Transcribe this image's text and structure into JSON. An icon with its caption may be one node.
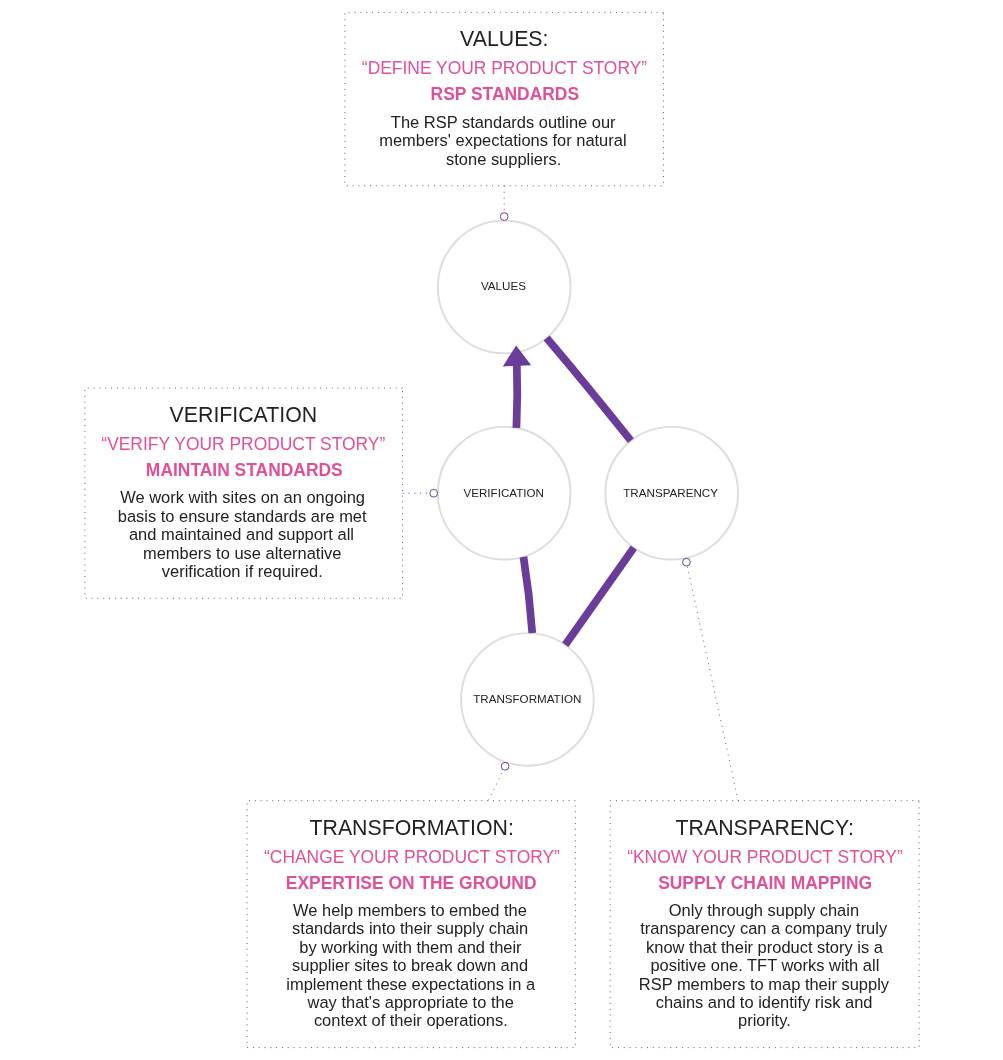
{
  "diagram": {
    "nodes": [
      {
        "text": [
          "VALUES:",
          "“DEFINE YOUR PRODUCT STORY”",
          "RSP STANDARDS",
          "The RSP standards outline our members' expectations for natural stone suppliers."
        ]
      },
      {
        "text": [
          "VALUES"
        ]
      },
      {
        "text": [
          "VERIFICATION",
          "“VERIFY YOUR PRODUCT STORY”",
          "MAINTAIN STANDARDS",
          "We work with sites on an ongoing basis to ensure standards are met and maintained and support all members to use alternative verification if required."
        ]
      },
      {
        "text": [
          "VERIFICATION"
        ]
      },
      {
        "text": [
          "TRANSPARENCY"
        ]
      },
      {
        "text": [
          "TRANSFORMATION"
        ]
      },
      {
        "text": [
          "TRANSFORMATION:",
          "“CHANGE YOUR PRODUCT STORY”",
          "EXPERTISE ON THE GROUND",
          "We help members to embed the standards into their supply chain by working with them and their supplier sites to break down and implement these expectations in a way that's appropriate to the context of their operations."
        ]
      },
      {
        "text": [
          "TRANSPARENCY:",
          "“KNOW YOUR PRODUCT STORY”",
          "SUPPLY CHAIN MAPPING",
          "Only through supply chain transparency can a company truly know that their product story is a positive one. TFT works with all RSP members to map their supply chains and to identify risk and priority."
        ]
      }
    ],
    "edges": [
      {
        "from": 0,
        "to": 1,
        "arrow": "other",
        "style": "dashed"
      },
      {
        "from": 2,
        "to": 3,
        "arrow": "other",
        "style": "dashed"
      },
      {
        "from": 6,
        "to": 5,
        "arrow": "other",
        "style": "dashed"
      },
      {
        "from": 7,
        "to": 4,
        "arrow": "other",
        "style": "dashed"
      },
      {
        "from": 1,
        "to": 4,
        "arrow": "none",
        "style": "thick",
        "color": "#6a3d9a"
      },
      {
        "from": 4,
        "to": 5,
        "arrow": "none",
        "style": "thick",
        "color": "#6a3d9a"
      },
      {
        "from": 5,
        "to": 3,
        "arrow": "none",
        "style": "thick",
        "color": "#6a3d9a"
      },
      {
        "from": 3,
        "to": 1,
        "arrow": "to",
        "style": "thick",
        "color": "#6a3d9a"
      }
    ]
  }
}
